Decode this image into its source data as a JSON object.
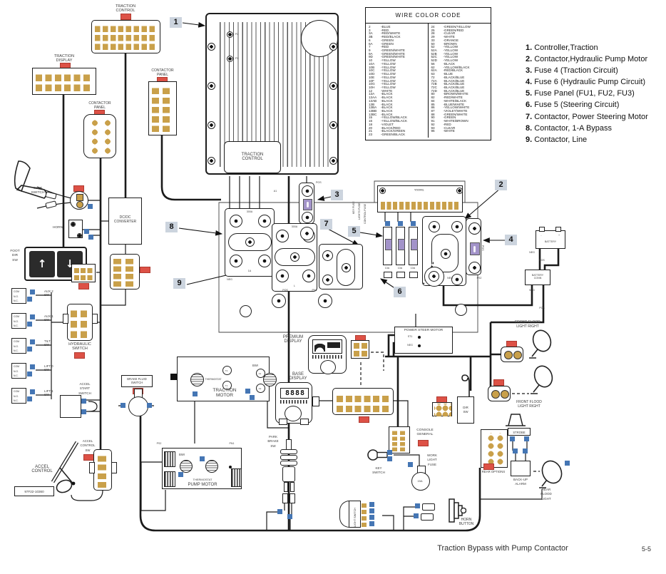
{
  "footer": {
    "title": "Traction Bypass with Pump Contactor",
    "page": "5-5"
  },
  "callouts": [
    "1",
    "2",
    "3",
    "4",
    "5",
    "6",
    "7",
    "8",
    "9"
  ],
  "legend": [
    {
      "num": "1.",
      "label": "Controller,Traction"
    },
    {
      "num": "2.",
      "label": "Contactor,Hydraulic Pump Motor"
    },
    {
      "num": "3.",
      "label": "Fuse 4 (Traction Circuit)"
    },
    {
      "num": "4.",
      "label": "Fuse 6 (Hydraulic Pump Circuit)"
    },
    {
      "num": "5.",
      "label": "Fuse Panel (FU1, FU2, FU3)"
    },
    {
      "num": "6.",
      "label": "Fuse 5 (Steering Circuit)"
    },
    {
      "num": "7.",
      "label": "Contactor, Power Steering Motor"
    },
    {
      "num": "8.",
      "label": "Contactor, 1-A Bypass"
    },
    {
      "num": "9.",
      "label": "Contactor, Line"
    }
  ],
  "wire_color_code": {
    "title": "WIRE COLOR CODE",
    "left": [
      {
        "num": "2",
        "color": "BLUE"
      },
      {
        "num": "3",
        "color": "RED"
      },
      {
        "num": "3A",
        "color": "RED/WHITE"
      },
      {
        "num": "3B",
        "color": "RED/BLACK"
      },
      {
        "num": "6",
        "color": "GREEN"
      },
      {
        "num": "6A",
        "color": "GREEN"
      },
      {
        "num": "7",
        "color": "RED"
      },
      {
        "num": "9",
        "color": "GREEN/WHITE"
      },
      {
        "num": "9A",
        "color": "GREEN/WHITE"
      },
      {
        "num": "9D",
        "color": "GREEN/WHITE"
      },
      {
        "num": "10",
        "color": "YELLOW"
      },
      {
        "num": "10A",
        "color": "YELLOW"
      },
      {
        "num": "10B",
        "color": "YELLOW"
      },
      {
        "num": "10C",
        "color": "YELLOW"
      },
      {
        "num": "10D",
        "color": "YELLOW"
      },
      {
        "num": "10E",
        "color": "YELLOW"
      },
      {
        "num": "10F",
        "color": "YELLOW"
      },
      {
        "num": "10G",
        "color": "YELLOW"
      },
      {
        "num": "10H",
        "color": "YELLOW"
      },
      {
        "num": "12",
        "color": "WHITE"
      },
      {
        "num": "13A",
        "color": "BLACK"
      },
      {
        "num": "13AA",
        "color": "BLACK"
      },
      {
        "num": "13AB",
        "color": "BLACK"
      },
      {
        "num": "13B",
        "color": "BLACK"
      },
      {
        "num": "13BA",
        "color": "BLACK"
      },
      {
        "num": "13BB",
        "color": "BLACK"
      },
      {
        "num": "13BC",
        "color": "BLACK"
      },
      {
        "num": "15",
        "color": "YELLOW/BLACK"
      },
      {
        "num": "16",
        "color": "YELLOW/BLACK"
      },
      {
        "num": "18",
        "color": "VIOLET"
      },
      {
        "num": "20",
        "color": "BLACK/RED"
      },
      {
        "num": "21",
        "color": "BLACK/GREEN"
      },
      {
        "num": "23",
        "color": "GREEN/BLACK"
      }
    ],
    "right": [
      {
        "num": "24",
        "color": "GREEN/YELLOW"
      },
      {
        "num": "25",
        "color": "GREEN/RED"
      },
      {
        "num": "28",
        "color": "CLEAR"
      },
      {
        "num": "29",
        "color": "WHITE"
      },
      {
        "num": "33",
        "color": "ORANGE"
      },
      {
        "num": "50",
        "color": "BROWN"
      },
      {
        "num": "52",
        "color": "YELLOW"
      },
      {
        "num": "52A",
        "color": "YELLOW"
      },
      {
        "num": "52B",
        "color": "YELLOW"
      },
      {
        "num": "52C",
        "color": "YELLOW"
      },
      {
        "num": "52D",
        "color": "YELLOW"
      },
      {
        "num": "56",
        "color": "BLACK"
      },
      {
        "num": "62",
        "color": "YELLOW/BLACK"
      },
      {
        "num": "62A",
        "color": "RED/BLACK"
      },
      {
        "num": "63",
        "color": "BLUE"
      },
      {
        "num": "72",
        "color": "BLACK/BLUE"
      },
      {
        "num": "72A",
        "color": "BLACK/BLUE"
      },
      {
        "num": "72B",
        "color": "BLACK/BLUE"
      },
      {
        "num": "72C",
        "color": "BLACK/BLUE"
      },
      {
        "num": "72D",
        "color": "BLACK/BLUE"
      },
      {
        "num": "80",
        "color": "BROWN/WHITE"
      },
      {
        "num": "82",
        "color": "RED/WHITE"
      },
      {
        "num": "84",
        "color": "WHITE/BLACK"
      },
      {
        "num": "85",
        "color": "BLUE/WHITE"
      },
      {
        "num": "86",
        "color": "YELLOW/WHITE"
      },
      {
        "num": "87",
        "color": "VIOLET/WHITE"
      },
      {
        "num": "88",
        "color": "GREEN/WHITE"
      },
      {
        "num": "90",
        "color": "GREEN"
      },
      {
        "num": "91",
        "color": "WHITE/BROWN"
      },
      {
        "num": "92",
        "color": "RED"
      },
      {
        "num": "93",
        "color": "CLEAR"
      },
      {
        "num": "96",
        "color": "WHITE"
      }
    ]
  },
  "switches": [
    {
      "label": "AUX 2\nSW"
    },
    {
      "label": "AUX 1\nSW"
    },
    {
      "label": "TILT\nSW"
    },
    {
      "label": "LIFT 0\nSW"
    },
    {
      "label": "LIFT 1\nSW"
    }
  ],
  "labels": {
    "traction_control": "TRACTION\nCONTROL",
    "traction_display": "TRACTION\nDISPLAY",
    "contactor_panel": "CONTACTOR\nPANEL",
    "seat_switch": "SEAT\nSWITCH",
    "horn": "HORN",
    "dc_dc_converter": "DC/DC\nCONVERTER",
    "foot_dir_sw": "FOOT\nDIR\nSW",
    "com": "COM",
    "no": "N.O.",
    "nc": "N.C.",
    "hydraulic_switch": "HYDRAULIC\nSWITCH",
    "accel_start_switch": "ACCEL\nSTART\nSWITCH",
    "brake_fluid_switch": "BRAKE FLUID\nSWITCH",
    "accel_control_sw": "ACCEL\nCONTROL\nSW",
    "accel_control": "ACCEL\nCONTROL",
    "part_number": "97F22-10360",
    "traction_motor": "TRACTION\nMOTOR",
    "thermostat": "THERMOSTAT",
    "bwi": "BWI",
    "pump_motor": "PUMP MOTOR",
    "premium_display": "PREMIUM\nDISPLAY",
    "base_display": "BASE\nDISPLAY",
    "base_display_digits": "8888",
    "power_steer_motor": "POWER STEER MOTOR",
    "st1": "ST1",
    "neg": "NEG",
    "pos": "POS",
    "a1": "A1",
    "a2": "A2",
    "t1": "T1",
    "t2": "T2",
    "p1": "P1",
    "p2": "P2",
    "ps2": "PS2",
    "pn1": "PN1",
    "dir_sw": "DIR\nSW",
    "console_general": "CONSOLE\nGENERAL",
    "key_switch": "KEY\nSWITCH",
    "work_light_fuse": "WORK\nLIGHT\nFUSE",
    "fuse_15a": "15A",
    "fuse_10a": "10A",
    "horn_button": "HORN\nBUTTON",
    "light_switch": "LIGHT SWITCH",
    "park_brake_sw": "PARK\nBRAKE\nSW",
    "rear_options": "REAR OPTIONS",
    "strobe": "STROBE",
    "backup_alarm": "BACK-UP\nALARM",
    "rear_flood_light": "REAR\nFLOOD\nLIGHT",
    "front_flood_right": "FRONT FLOOD\nLIGHT RIGHT",
    "battery": "BATTERY",
    "battery_minus": "-",
    "battery_plus": "+",
    "battery_conn": "BATTERY\nCONN",
    "amp_300": "300A",
    "one_a": "1A",
    "line_l": "L",
    "terminal_strip": "TM600A",
    "key_fuse": "KEY FUSE",
    "lights_fuse": "LIGHTS FUSE",
    "control_fuse": "CONTROL FUSE"
  },
  "icons": {
    "up_arrow": "↑",
    "down_arrow": "↓"
  },
  "colors": {
    "pin": "#c9a04a",
    "tag_red": "#dd5146",
    "tag_blue": "#4576b4",
    "fuse_element": "#a293c9",
    "callout_bg": "#ccd4de"
  }
}
